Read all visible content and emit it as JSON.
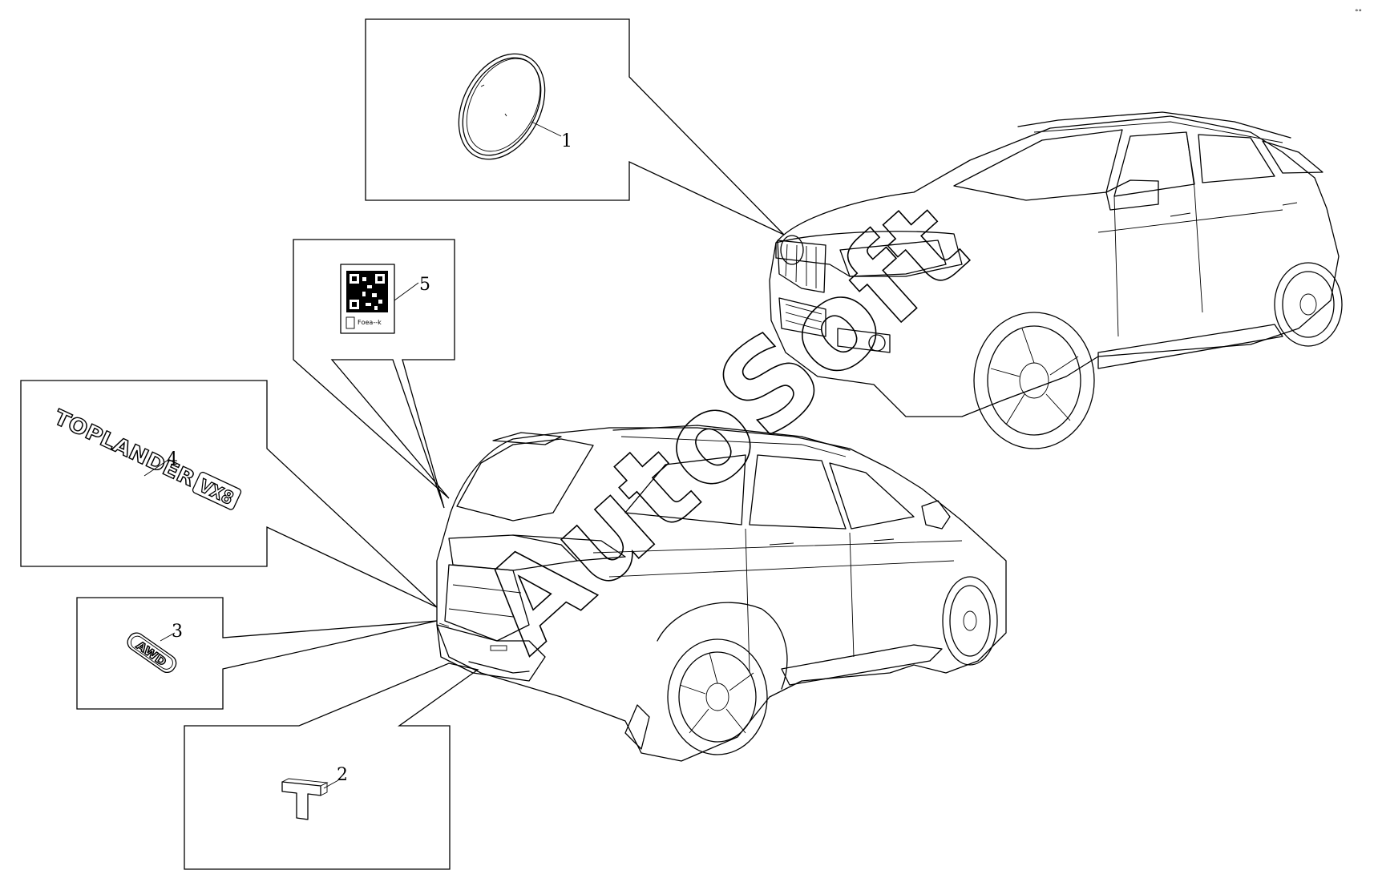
{
  "watermark": "AutoSoft",
  "parts": [
    {
      "number": "1",
      "name": "front-ring-emblem"
    },
    {
      "number": "2",
      "name": "t-logo-emblem"
    },
    {
      "number": "3",
      "name": "awd-badge"
    },
    {
      "number": "4",
      "name": "toplander-vx8-badge"
    },
    {
      "number": "5",
      "name": "qr-label"
    }
  ],
  "badges": {
    "toplander": "TOPLANDER",
    "vx8": "VX8",
    "awd": "AWD",
    "label_small_text": "Fоеа--k"
  },
  "corner_mark": "°°"
}
